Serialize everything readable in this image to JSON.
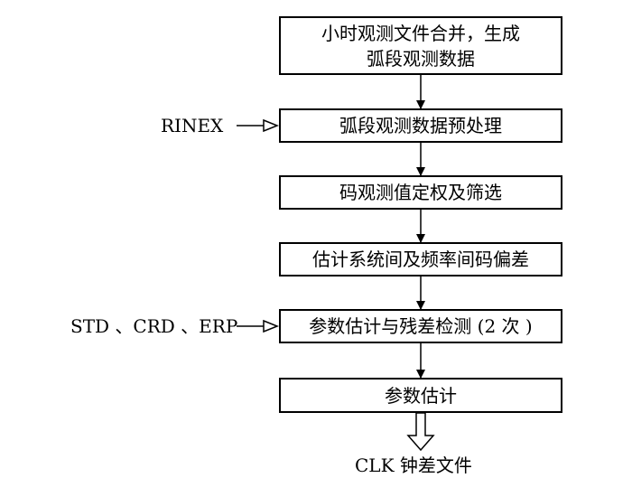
{
  "steps": [
    {
      "line1": "小时观测文件合并，生成",
      "line2": "弧段观测数据"
    },
    {
      "label": "弧段观测数据预处理"
    },
    {
      "label": "码观测值定权及筛选"
    },
    {
      "label": "估计系统间及频率间码偏差"
    },
    {
      "label": "参数估计与残差检测 (2 次 )"
    },
    {
      "label": "参数估计"
    }
  ],
  "inputs": {
    "rinex": "RINEX",
    "products": "STD 、CRD 、ERP"
  },
  "output": "CLK 钟差文件"
}
